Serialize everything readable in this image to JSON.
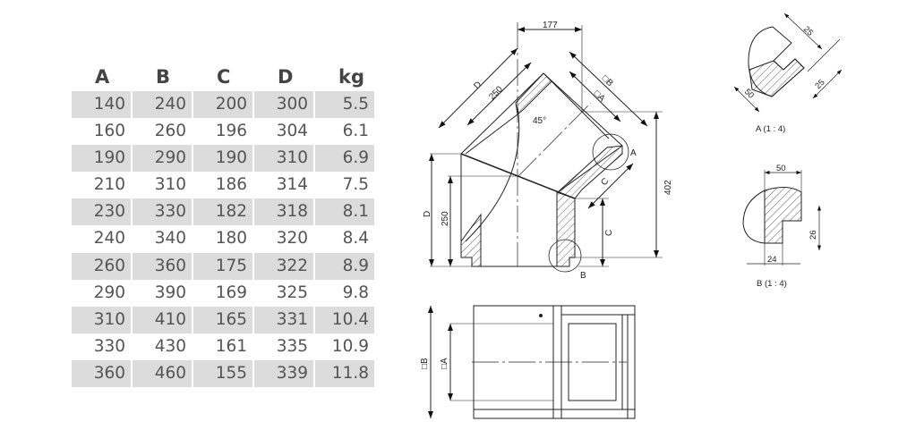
{
  "table": {
    "headers": [
      "A",
      "B",
      "C",
      "D",
      "kg"
    ],
    "rows": [
      [
        "140",
        "240",
        "200",
        "300",
        "5.5"
      ],
      [
        "160",
        "260",
        "196",
        "304",
        "6.1"
      ],
      [
        "190",
        "290",
        "190",
        "310",
        "6.9"
      ],
      [
        "210",
        "310",
        "186",
        "314",
        "7.5"
      ],
      [
        "230",
        "330",
        "182",
        "318",
        "8.1"
      ],
      [
        "240",
        "340",
        "180",
        "320",
        "8.4"
      ],
      [
        "260",
        "360",
        "175",
        "322",
        "8.9"
      ],
      [
        "290",
        "390",
        "169",
        "325",
        "9.8"
      ],
      [
        "310",
        "410",
        "165",
        "331",
        "10.4"
      ],
      [
        "330",
        "430",
        "161",
        "335",
        "10.9"
      ],
      [
        "360",
        "460",
        "155",
        "339",
        "11.8"
      ]
    ]
  },
  "drawing": {
    "dim_177": "177",
    "dim_250_top": "250",
    "dim_D_top": "D",
    "dim_B_top": "□B",
    "dim_A_top": "□A",
    "angle": "45°",
    "dim_402": "402",
    "dim_C_right": "C",
    "dim_C_lower": "C",
    "dim_D_left": "D",
    "dim_250_left": "250",
    "callout_A": "A",
    "callout_B": "B",
    "detail_A": {
      "title": "A (1 : 4)",
      "dim1": "25",
      "dim2": "25",
      "dim3": "50"
    },
    "detail_B": {
      "title": "B (1 : 4)",
      "dim1": "50",
      "dim2": "26",
      "dim3": "24"
    },
    "bottom_view": {
      "dim_B": "□B",
      "dim_A": "□A"
    }
  }
}
